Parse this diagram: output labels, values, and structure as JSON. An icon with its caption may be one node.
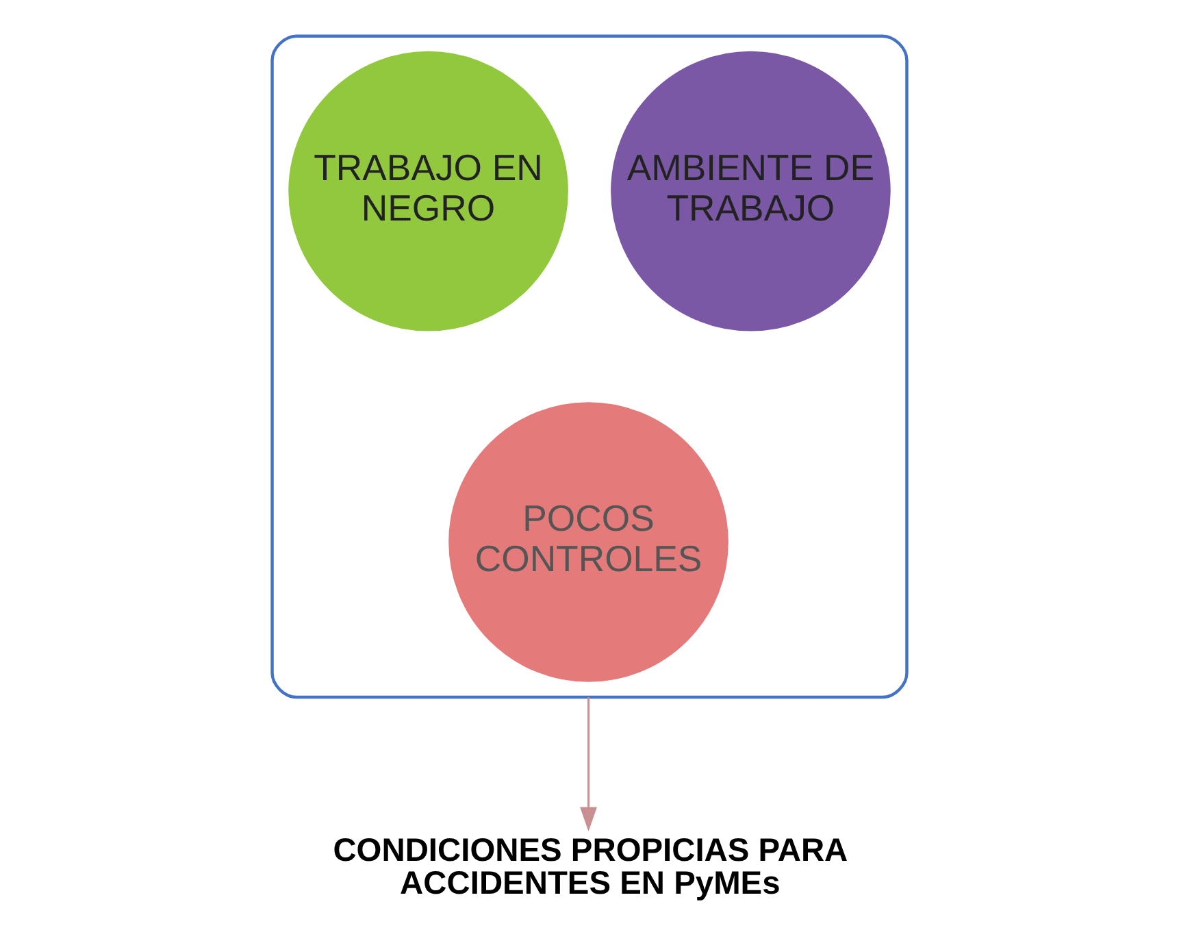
{
  "diagram": {
    "nodes": [
      {
        "text": [],
        "shape": "funnel"
      },
      {
        "text": [
          "TRABAJO EN NEGRO"
        ],
        "in": 0
      },
      {
        "text": [
          "AMBIENTE DE TRABAJO"
        ],
        "in": 0
      },
      {
        "text": [
          "POCOS CONTROLES"
        ],
        "in": 0
      },
      {
        "text": [
          "CONDICIONES PROPICIAS PARA ACCIDENTES EN PyMEs"
        ]
      }
    ],
    "edges": [
      {
        "from": 0,
        "to": 4,
        "arrow": "to"
      }
    ]
  }
}
